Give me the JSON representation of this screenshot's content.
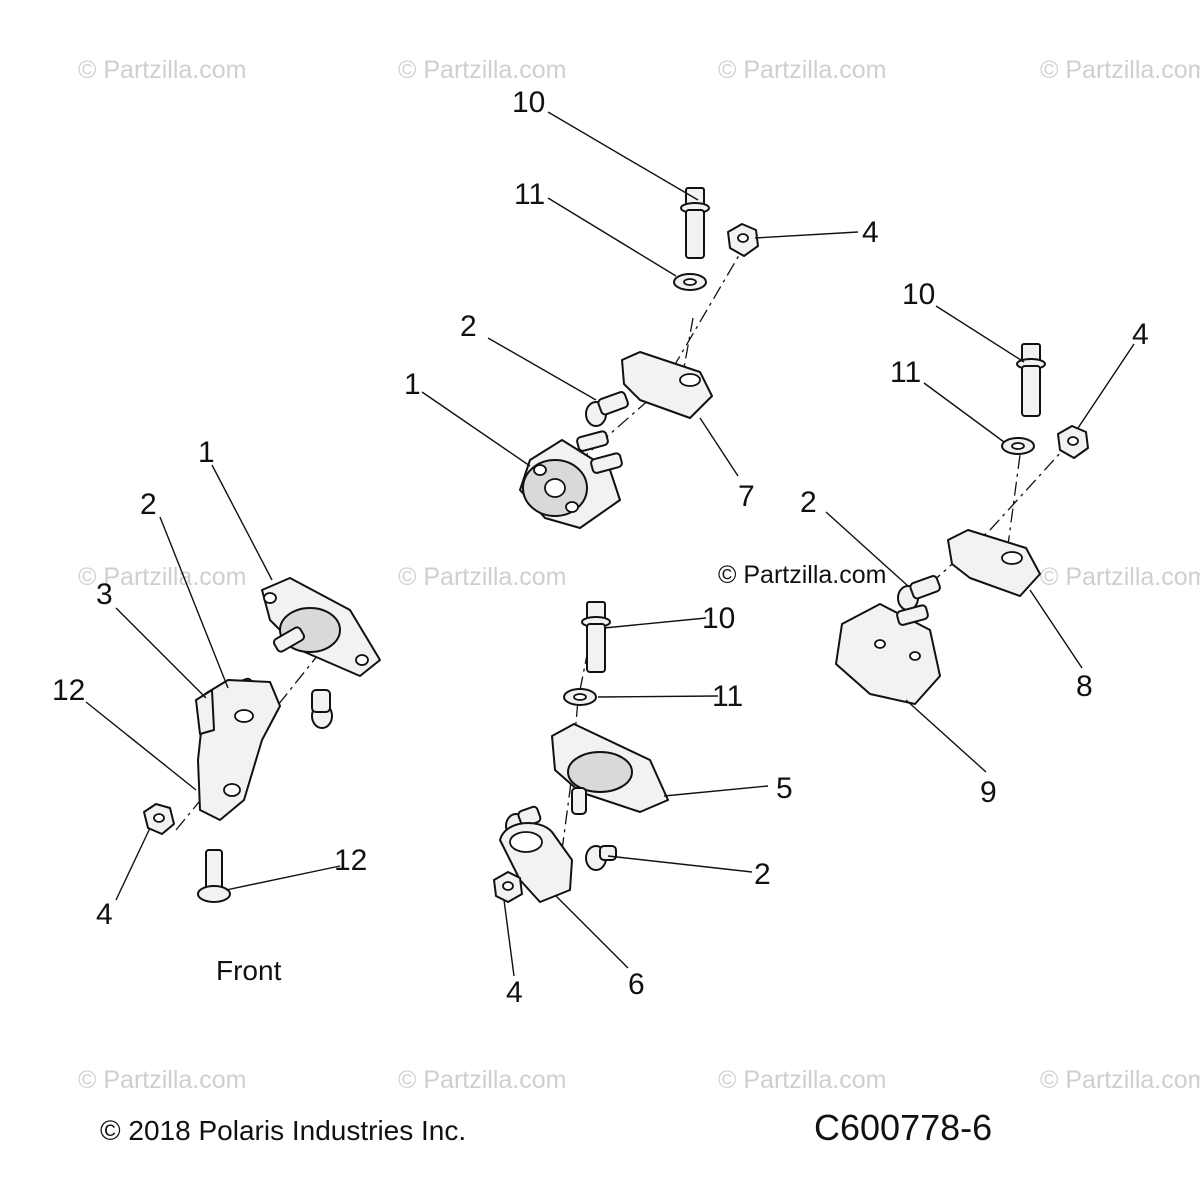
{
  "watermark": "© Partzilla.com",
  "caption_front": "Front",
  "copyright": "© 2018 Polaris Industries Inc.",
  "diagram_code": "C600778-6",
  "callouts": {
    "c1a": "10",
    "c1b": "11",
    "c1c": "4",
    "c1d": "2",
    "c1e": "1",
    "c1f": "7",
    "c2a": "10",
    "c2b": "11",
    "c2c": "4",
    "c2d": "2",
    "c2e": "8",
    "c2f": "9",
    "c3a": "1",
    "c3b": "2",
    "c3c": "3",
    "c3d": "12",
    "c3e": "4",
    "c3f": "12",
    "c4a": "10",
    "c4b": "11",
    "c4c": "5",
    "c4d": "2",
    "c4e": "4",
    "c4f": "6"
  }
}
